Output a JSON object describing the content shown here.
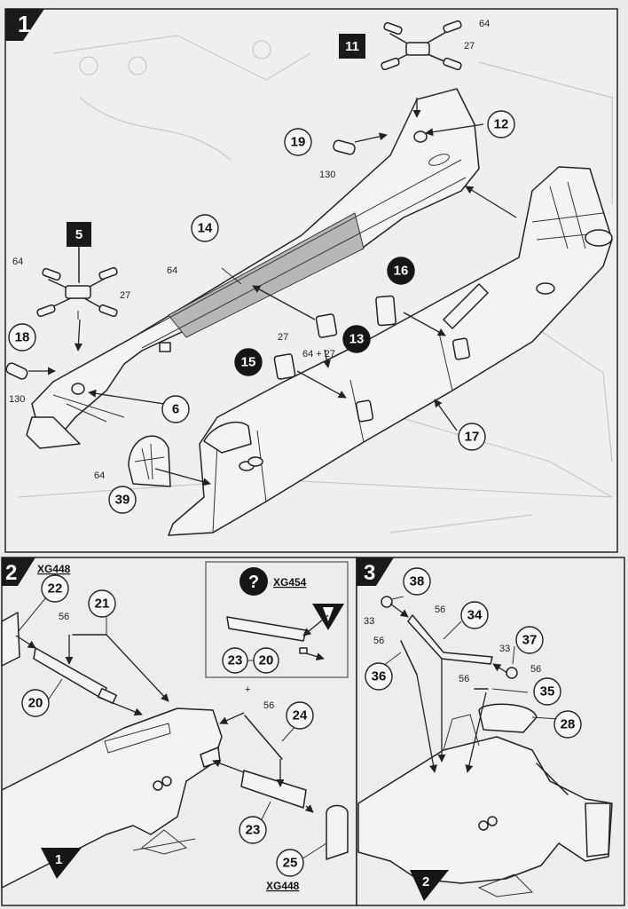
{
  "steps": [
    {
      "number": "1"
    },
    {
      "number": "2"
    },
    {
      "number": "3"
    }
  ],
  "step1": {
    "callouts": [
      "11",
      "12",
      "19",
      "14",
      "5",
      "16",
      "18",
      "6",
      "13",
      "15",
      "17",
      "39"
    ],
    "dark_callouts": [
      "13",
      "15",
      "16"
    ],
    "boxed": [
      "11",
      "5"
    ],
    "glue_labels": [
      "64",
      "27",
      "130",
      "64",
      "64",
      "27",
      "27",
      "64 + 27",
      "64",
      "130"
    ]
  },
  "step2": {
    "reference": "XG448",
    "reference_bottom": "XG448",
    "option": {
      "label": "XG454",
      "callouts": [
        "23",
        "20"
      ]
    },
    "callouts": [
      "22",
      "21",
      "20",
      "24",
      "23",
      "25"
    ],
    "glue_labels": [
      "56",
      "56"
    ],
    "plus": "+",
    "direction_marker": "1"
  },
  "step3": {
    "callouts": [
      "38",
      "34",
      "37",
      "36",
      "35",
      "28"
    ],
    "glue_labels": [
      "33",
      "56",
      "56",
      "33",
      "56",
      "56"
    ],
    "direction_marker": "2"
  },
  "colors": {
    "paper": "#ece9ea",
    "ink": "#161616",
    "shade": "#b9b6b7"
  }
}
